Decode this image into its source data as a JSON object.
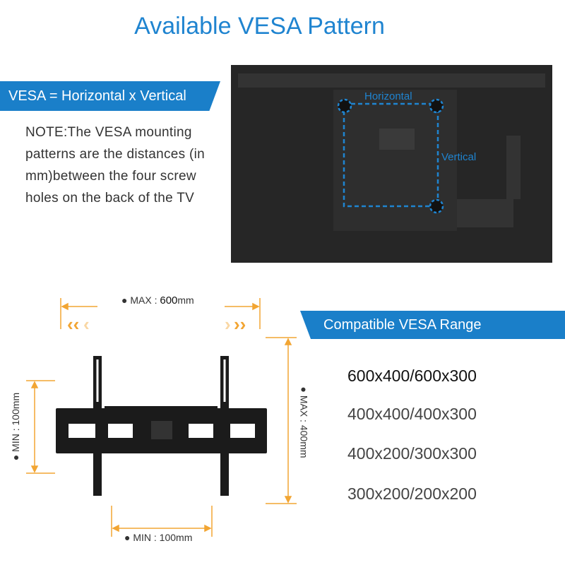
{
  "title": "Available VESA Pattern",
  "definition_banner": "VESA = Horizontal x Vertical",
  "note": "NOTE:The VESA mounting patterns are the distances (in mm)between the four screw holes on the back of the TV",
  "tv_labels": {
    "horizontal": "Horizontal",
    "vertical": "Vertical"
  },
  "range_banner": "Compatible VESA Range",
  "vesa_sizes": [
    "600x400/600x300",
    "400x400/400x300",
    "400x200/300x300",
    "300x200/200x200"
  ],
  "dimensions": {
    "max_width_prefix": "● MAX :",
    "max_width_value": "600",
    "max_width_unit": "mm",
    "max_height": "● MAX : 400mm",
    "min_height": "● MIN : 100mm",
    "min_width": "● MIN : 100mm"
  },
  "colors": {
    "accent": "#1a7fc9",
    "dimension": "#f2a533"
  }
}
